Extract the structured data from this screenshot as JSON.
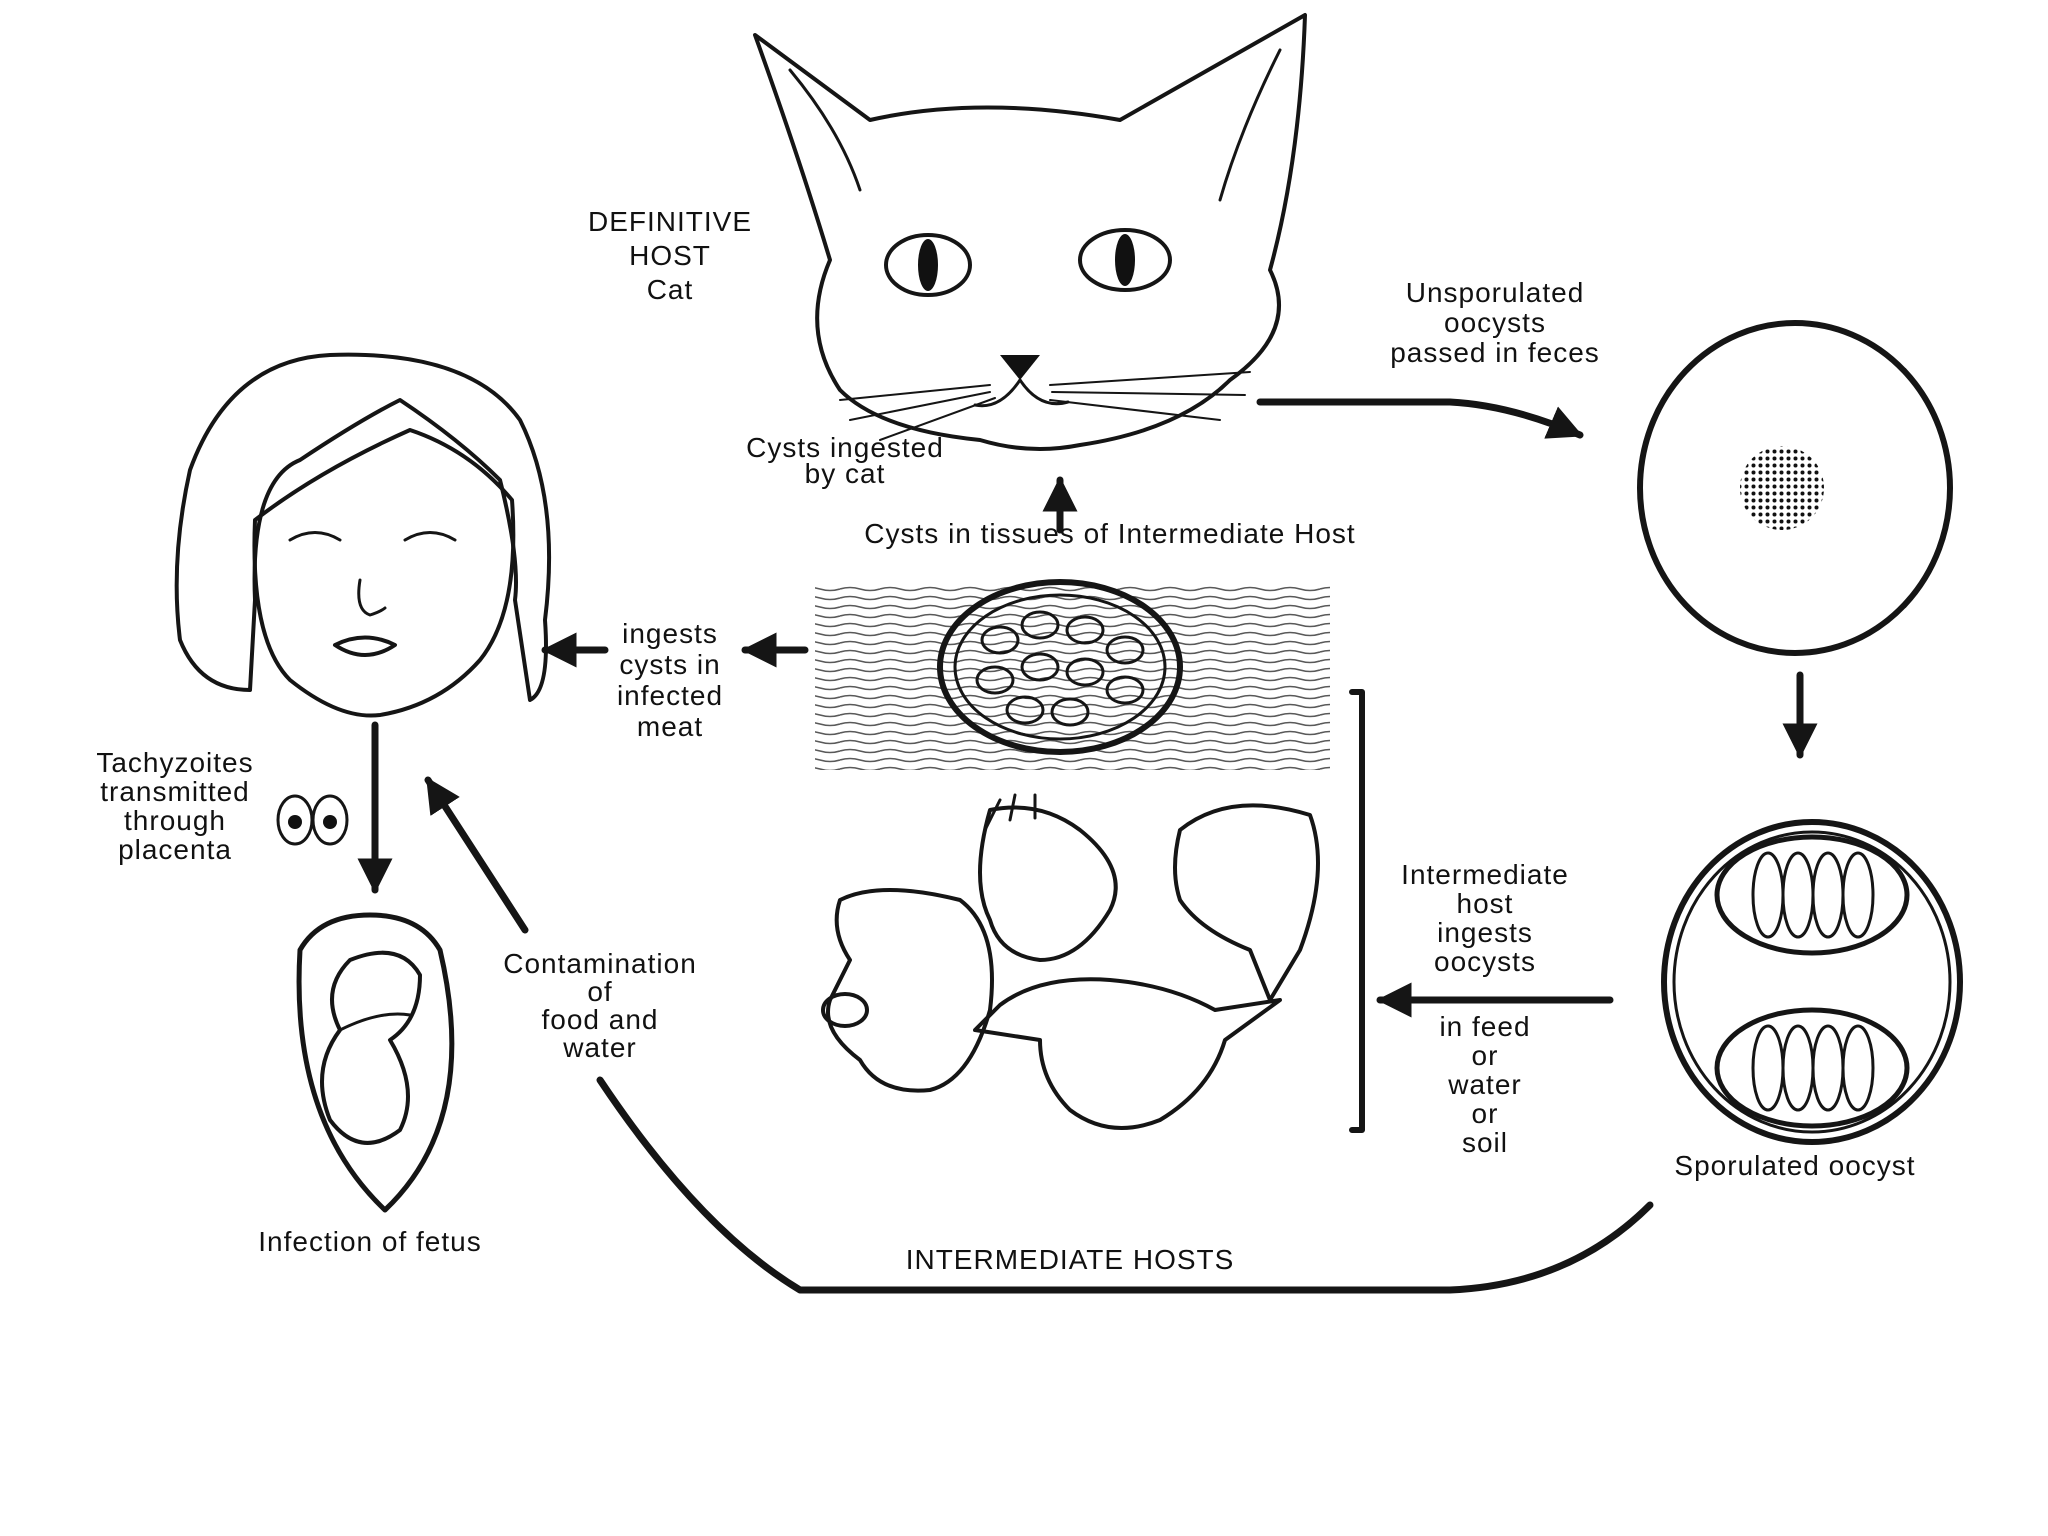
{
  "definitive_host": [
    "DEFINITIVE",
    "HOST",
    "Cat"
  ],
  "cysts_ingested_by_cat": [
    "Cysts ingested",
    "by cat"
  ],
  "unsporulated": [
    "Unsporulated",
    "oocysts",
    "passed in feces"
  ],
  "cysts_in_tissues": "Cysts in tissues of Intermediate Host",
  "ingests_cysts": [
    "ingests",
    "cysts in",
    "infected",
    "meat"
  ],
  "tachyzoites": [
    "Tachyzoites",
    "transmitted",
    "through",
    "placenta"
  ],
  "contamination": [
    "Contamination",
    "of",
    "food and",
    "water"
  ],
  "intermediate_host_ingests": [
    "Intermediate",
    "host",
    "ingests",
    "oocysts"
  ],
  "in_feed": [
    "in feed",
    "or",
    "water",
    "or",
    "soil"
  ],
  "sporulated_oocyst": "Sporulated oocyst",
  "infection_of_fetus": "Infection of fetus",
  "intermediate_hosts": "INTERMEDIATE HOSTS",
  "colors": {
    "ink": "#151515",
    "background": "#ffffff"
  }
}
